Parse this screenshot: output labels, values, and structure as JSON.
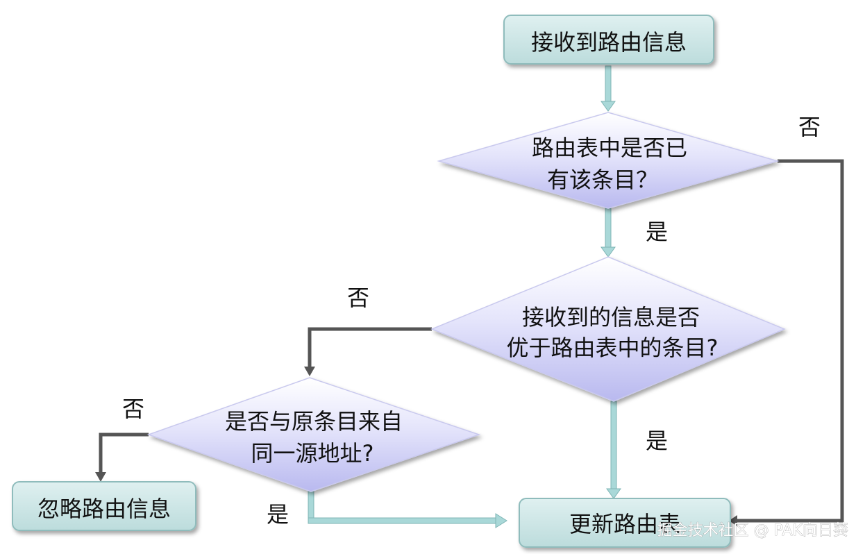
{
  "nodes": {
    "start": {
      "text": "接收到路由信息"
    },
    "decision1": {
      "line1": "路由表中是否已",
      "line2": "有该条目？"
    },
    "decision2": {
      "line1": "接收到的信息是否",
      "line2": "优于路由表中的条目?"
    },
    "decision3": {
      "line1": "是否与原条目来自",
      "line2": "同一源地址?"
    },
    "ignore": {
      "text": "忽略路由信息"
    },
    "update": {
      "text": "更新路由表"
    }
  },
  "edges": {
    "d1_no": "否",
    "d1_yes": "是",
    "d2_no": "否",
    "d2_yes": "是",
    "d3_no": "否",
    "d3_yes": "是"
  },
  "watermark": "掘金技术社区 @ PAK向日葵",
  "colors": {
    "box_fill": "#cfe5e5",
    "box_stroke": "#8fbcbc",
    "diamond_light": "#ffffff",
    "diamond_dark": "#bdbdf0",
    "arrow_teal": "#a9d8d8",
    "arrow_teal_stroke": "#7fb5b5",
    "arrow_dark": "#555555"
  }
}
